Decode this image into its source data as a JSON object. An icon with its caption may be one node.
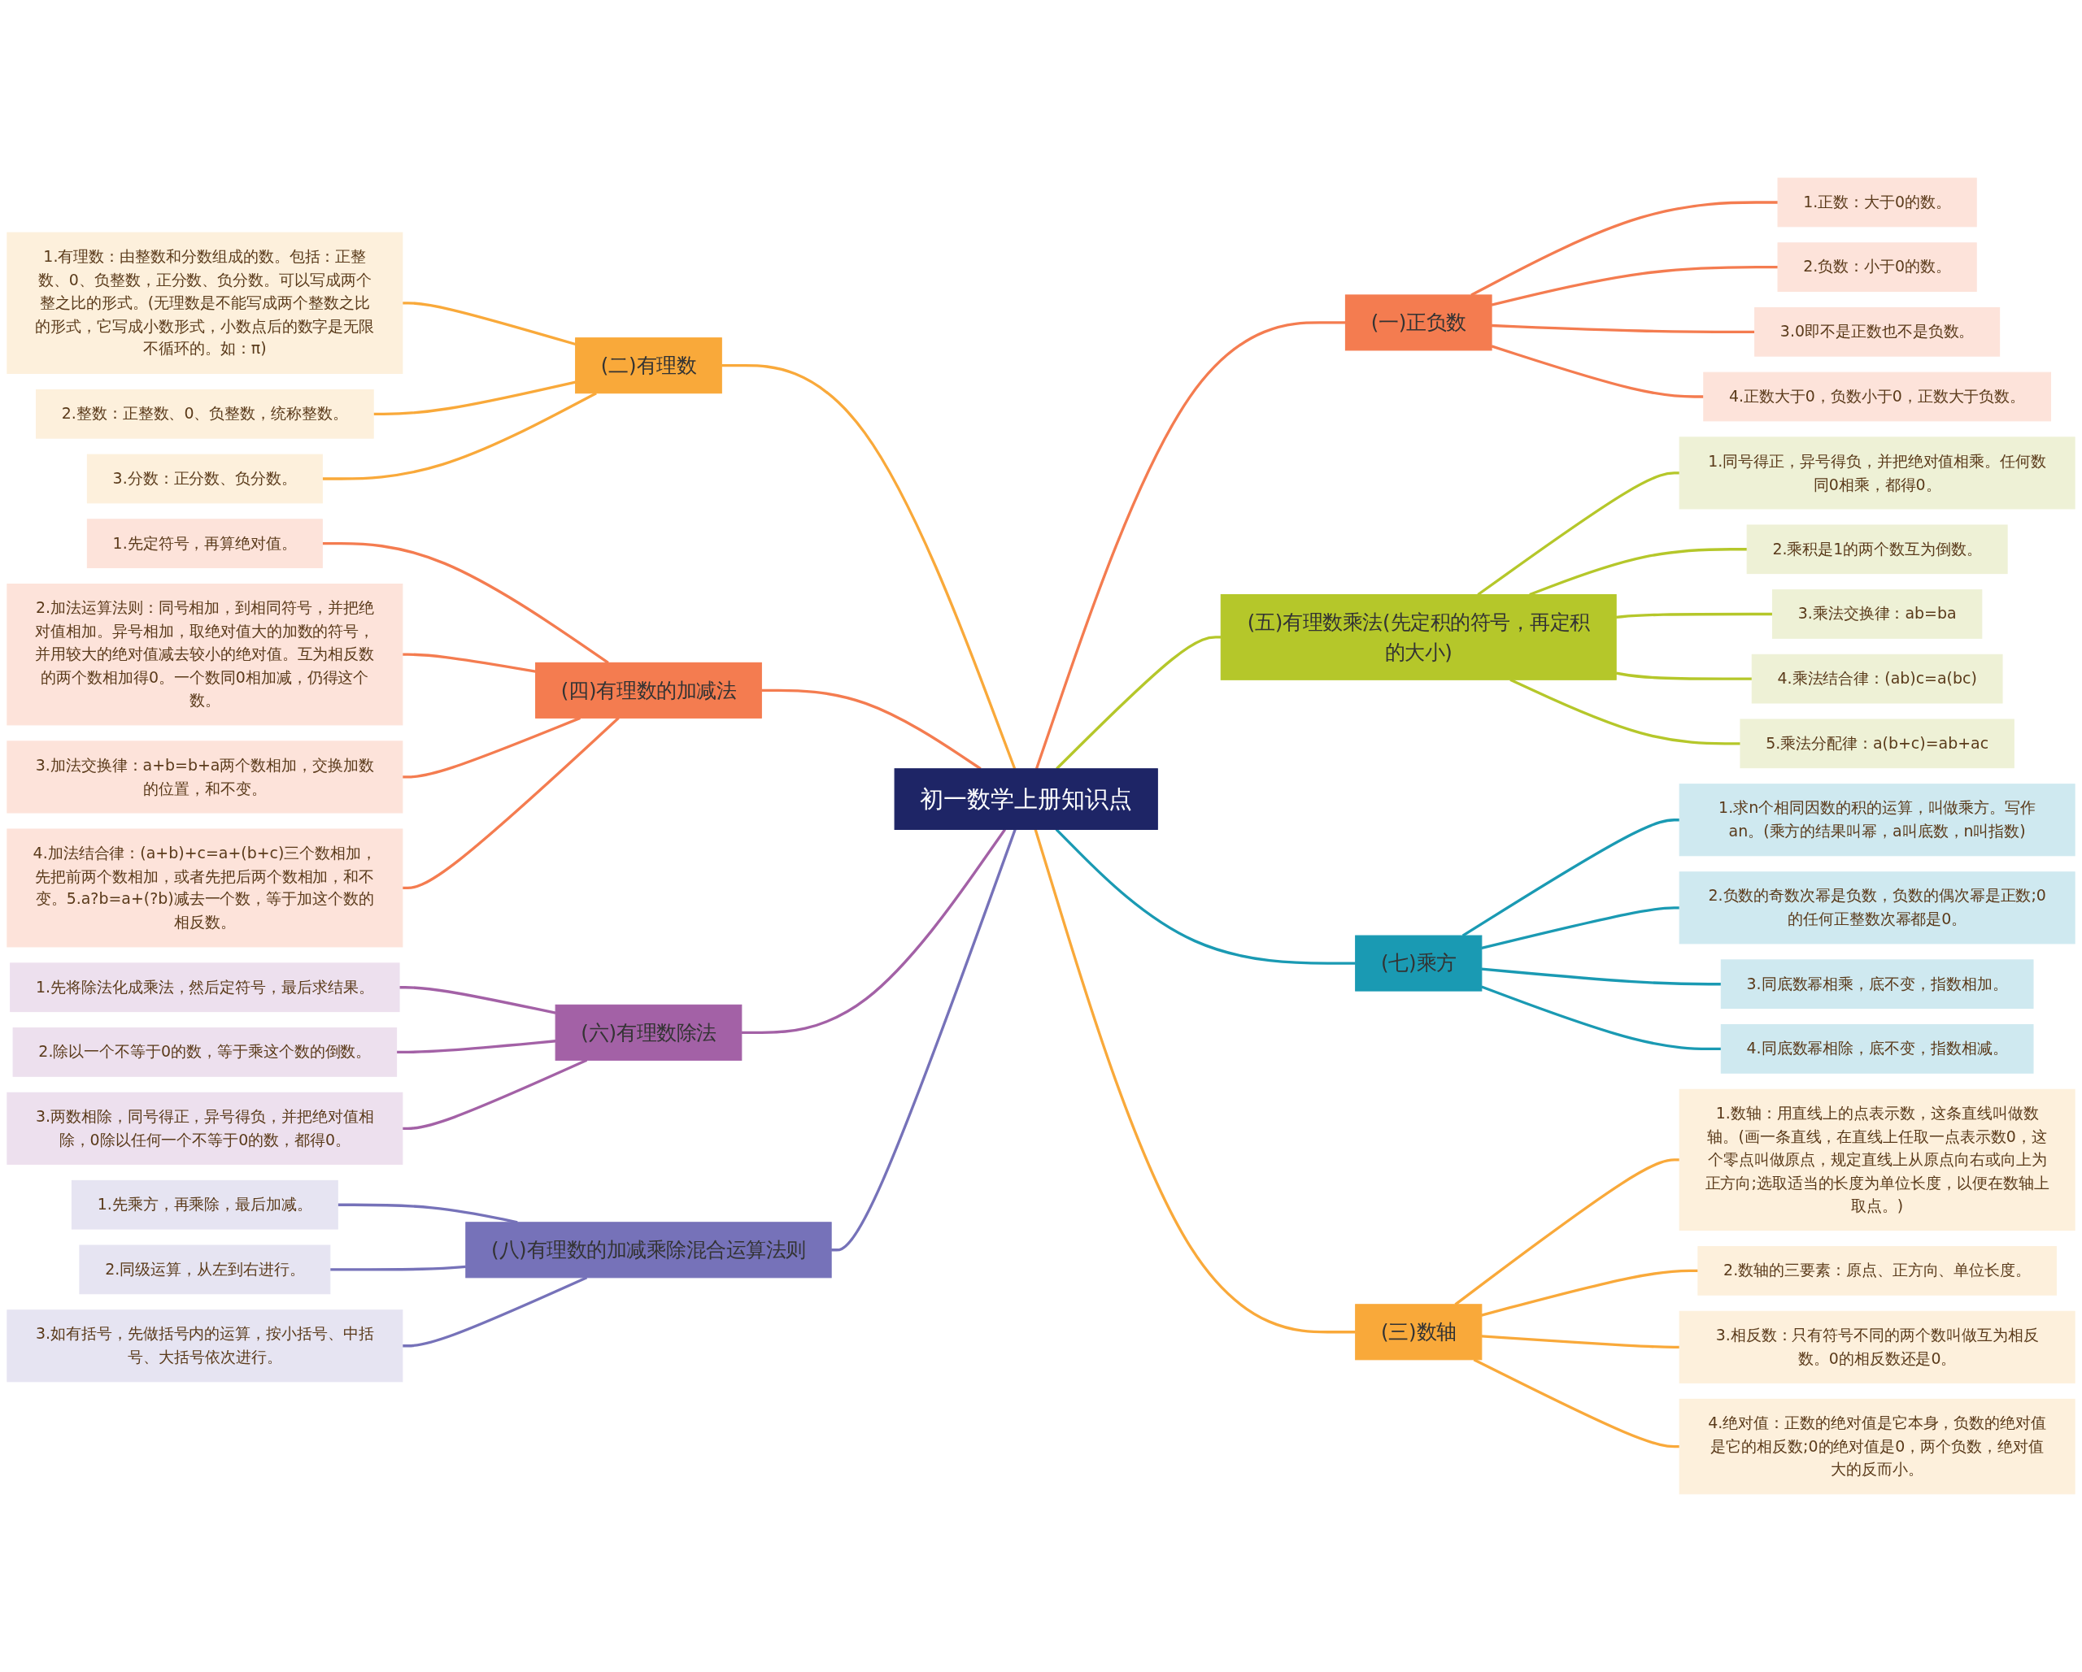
{
  "diagram": {
    "nodes": [
      {
        "text": [
          "初一数学上册知识点"
        ]
      },
      {
        "text": [
          "(二)有理数"
        ]
      },
      {
        "text": [
          "1.有理数：由整数和分数组成的数。包括：正整数、0、负整数，正分数、负分数。可以写成两个整之比的形式。(无理数是不能写成两个整数之比的形式，它写成小数形式，小数点后的数字是无限不循环的。如：π)"
        ]
      },
      {
        "text": [
          "2.整数：正整数、0、负整数，统称整数。"
        ]
      },
      {
        "text": [
          "3.分数：正分数、负分数。"
        ]
      },
      {
        "text": [
          "(四)有理数的加减法"
        ]
      },
      {
        "text": [
          "1.先定符号，再算绝对值。"
        ]
      },
      {
        "text": [
          "2.加法运算法则：同号相加，到相同符号，并把绝对值相加。异号相加，取绝对值大的加数的符号，并用较大的绝对值减去较小的绝对值。互为相反数的两个数相加得0。一个数同0相加减，仍得这个数。"
        ]
      },
      {
        "text": [
          "3.加法交换律：a+b=b+a两个数相加，交换加数的位置，和不变。"
        ]
      },
      {
        "text": [
          "4.加法结合律：(a+b)+c=a+(b+c)三个数相加，先把前两个数相加，或者先把后两个数相加，和不变。5.a?b=a+(?b)减去一个数，等于加这个数的相反数。"
        ]
      },
      {
        "text": [
          "(六)有理数除法"
        ]
      },
      {
        "text": [
          "1.先将除法化成乘法，然后定符号，最后求结果。"
        ]
      },
      {
        "text": [
          "2.除以一个不等于0的数，等于乘这个数的倒数。"
        ]
      },
      {
        "text": [
          "3.两数相除，同号得正，异号得负，并把绝对值相除，0除以任何一个不等于0的数，都得0。"
        ]
      },
      {
        "text": [
          "(八)有理数的加减乘除混合运算法则"
        ]
      },
      {
        "text": [
          "1.先乘方，再乘除，最后加减。"
        ]
      },
      {
        "text": [
          "2.同级运算，从左到右进行。"
        ]
      },
      {
        "text": [
          "3.如有括号，先做括号内的运算，按小括号、中括号、大括号依次进行。"
        ]
      },
      {
        "text": [
          "(一)正负数"
        ]
      },
      {
        "text": [
          "1.正数：大于0的数。"
        ]
      },
      {
        "text": [
          "2.负数：小于0的数。"
        ]
      },
      {
        "text": [
          "3.0即不是正数也不是负数。"
        ]
      },
      {
        "text": [
          "4.正数大于0，负数小于0，正数大于负数。"
        ]
      },
      {
        "text": [
          "(五)有理数乘法(先定积的符号，再定积的大小)"
        ]
      },
      {
        "text": [
          "1.同号得正，异号得负，并把绝对值相乘。任何数同0相乘，都得0。"
        ]
      },
      {
        "text": [
          "2.乘积是1的两个数互为倒数。"
        ]
      },
      {
        "text": [
          "3.乘法交换律：ab=ba"
        ]
      },
      {
        "text": [
          "4.乘法结合律：(ab)c=a(bc)"
        ]
      },
      {
        "text": [
          "5.乘法分配律：a(b+c)=ab+ac"
        ]
      },
      {
        "text": [
          "(七)乘方"
        ]
      },
      {
        "text": [
          "1.求n个相同因数的积的运算，叫做乘方。写作an。(乘方的结果叫幂，a叫底数，n叫指数)"
        ]
      },
      {
        "text": [
          "2.负数的奇数次幂是负数，负数的偶次幂是正数;0的任何正整数次幂都是0。"
        ]
      },
      {
        "text": [
          "3.同底数幂相乘，底不变，指数相加。"
        ]
      },
      {
        "text": [
          "4.同底数幂相除，底不变，指数相减。"
        ]
      },
      {
        "text": [
          "(三)数轴"
        ]
      },
      {
        "text": [
          "1.数轴：用直线上的点表示数，这条直线叫做数轴。(画一条直线，在直线上任取一点表示数0，这个零点叫做原点，规定直线上从原点向右或向上为正方向;选取适当的长度为单位长度，以便在数轴上取点。)"
        ]
      },
      {
        "text": [
          "2.数轴的三要素：原点、正方向、单位长度。"
        ]
      },
      {
        "text": [
          "3.相反数：只有符号不同的两个数叫做互为相反数。0的相反数还是0。"
        ]
      },
      {
        "text": [
          "4.绝对值：正数的绝对值是它本身，负数的绝对值是它的相反数;0的绝对值是0，两个负数，绝对值大的反而小。"
        ]
      }
    ],
    "edges": [
      {
        "from": 0,
        "to": 1,
        "arrow": "none",
        "color": "#f9a93a"
      },
      {
        "from": 1,
        "to": 2,
        "arrow": "none",
        "color": "#f9a93a"
      },
      {
        "from": 1,
        "to": 3,
        "arrow": "none",
        "color": "#f9a93a"
      },
      {
        "from": 1,
        "to": 4,
        "arrow": "none",
        "color": "#f9a93a"
      },
      {
        "from": 0,
        "to": 5,
        "arrow": "none",
        "color": "#f47c50"
      },
      {
        "from": 5,
        "to": 6,
        "arrow": "none",
        "color": "#f47c50"
      },
      {
        "from": 5,
        "to": 7,
        "arrow": "none",
        "color": "#f47c50"
      },
      {
        "from": 5,
        "to": 8,
        "arrow": "none",
        "color": "#f47c50"
      },
      {
        "from": 5,
        "to": 9,
        "arrow": "none",
        "color": "#f47c50"
      },
      {
        "from": 0,
        "to": 10,
        "arrow": "none",
        "color": "#a361a6"
      },
      {
        "from": 10,
        "to": 11,
        "arrow": "none",
        "color": "#a361a6"
      },
      {
        "from": 10,
        "to": 12,
        "arrow": "none",
        "color": "#a361a6"
      },
      {
        "from": 10,
        "to": 13,
        "arrow": "none",
        "color": "#a361a6"
      },
      {
        "from": 0,
        "to": 14,
        "arrow": "none",
        "color": "#7672b9"
      },
      {
        "from": 14,
        "to": 15,
        "arrow": "none",
        "color": "#7672b9"
      },
      {
        "from": 14,
        "to": 16,
        "arrow": "none",
        "color": "#7672b9"
      },
      {
        "from": 14,
        "to": 17,
        "arrow": "none",
        "color": "#7672b9"
      },
      {
        "from": 0,
        "to": 18,
        "arrow": "none",
        "color": "#f47c50"
      },
      {
        "from": 18,
        "to": 19,
        "arrow": "none",
        "color": "#f47c50"
      },
      {
        "from": 18,
        "to": 20,
        "arrow": "none",
        "color": "#f47c50"
      },
      {
        "from": 18,
        "to": 21,
        "arrow": "none",
        "color": "#f47c50"
      },
      {
        "from": 18,
        "to": 22,
        "arrow": "none",
        "color": "#f47c50"
      },
      {
        "from": 0,
        "to": 23,
        "arrow": "none",
        "color": "#b5c72a"
      },
      {
        "from": 23,
        "to": 24,
        "arrow": "none",
        "color": "#b5c72a"
      },
      {
        "from": 23,
        "to": 25,
        "arrow": "none",
        "color": "#b5c72a"
      },
      {
        "from": 23,
        "to": 26,
        "arrow": "none",
        "color": "#b5c72a"
      },
      {
        "from": 23,
        "to": 27,
        "arrow": "none",
        "color": "#b5c72a"
      },
      {
        "from": 23,
        "to": 28,
        "arrow": "none",
        "color": "#b5c72a"
      },
      {
        "from": 0,
        "to": 29,
        "arrow": "none",
        "color": "#1a9ab3"
      },
      {
        "from": 29,
        "to": 30,
        "arrow": "none",
        "color": "#1a9ab3"
      },
      {
        "from": 29,
        "to": 31,
        "arrow": "none",
        "color": "#1a9ab3"
      },
      {
        "from": 29,
        "to": 32,
        "arrow": "none",
        "color": "#1a9ab3"
      },
      {
        "from": 29,
        "to": 33,
        "arrow": "none",
        "color": "#1a9ab3"
      },
      {
        "from": 0,
        "to": 34,
        "arrow": "none",
        "color": "#f9a93a"
      },
      {
        "from": 34,
        "to": 35,
        "arrow": "none",
        "color": "#f9a93a"
      },
      {
        "from": 34,
        "to": 36,
        "arrow": "none",
        "color": "#f9a93a"
      },
      {
        "from": 34,
        "to": 37,
        "arrow": "none",
        "color": "#f9a93a"
      },
      {
        "from": 34,
        "to": 38,
        "arrow": "none",
        "color": "#f9a93a"
      }
    ]
  }
}
